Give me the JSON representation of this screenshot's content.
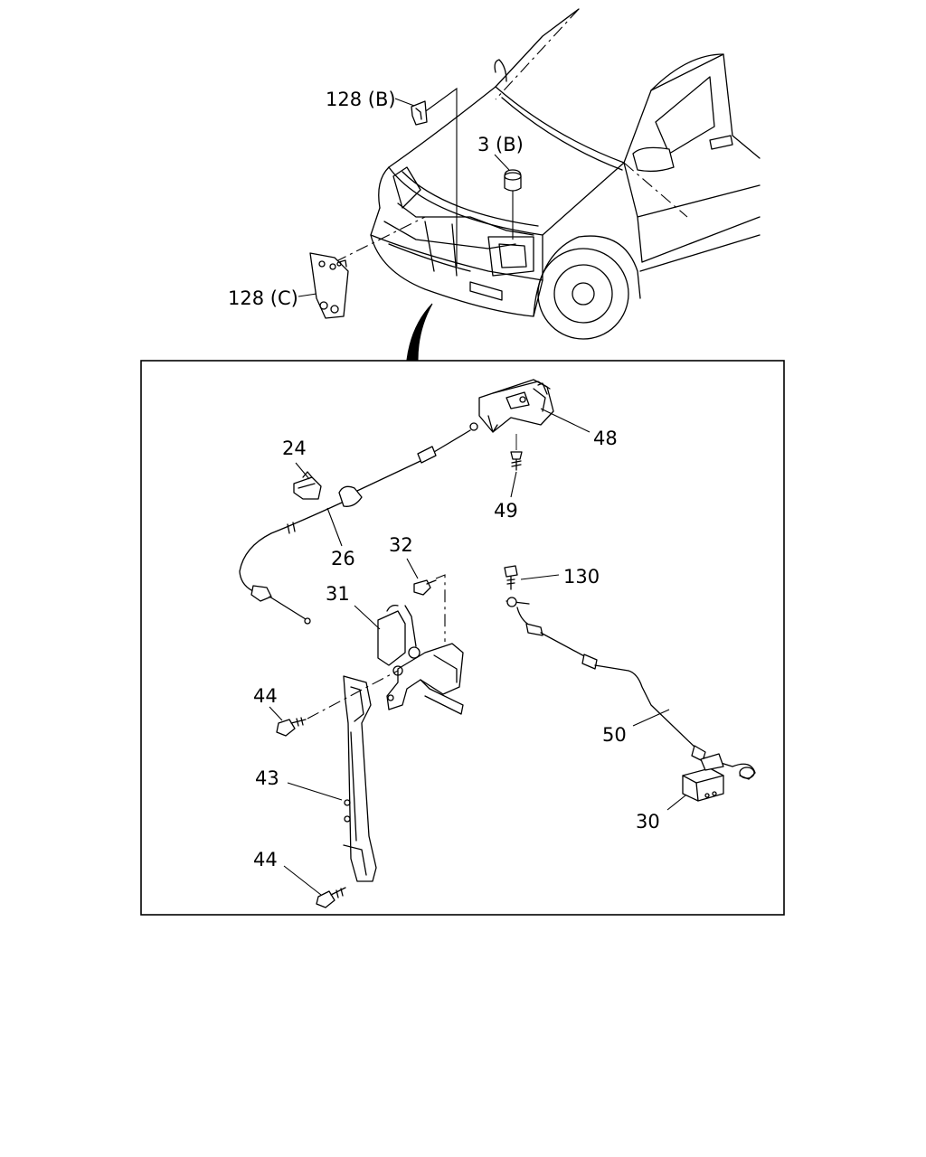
{
  "labels": {
    "p128b": "128 (B)",
    "p3b": "3 (B)",
    "p128c": "128 (C)",
    "p48": "48",
    "p24": "24",
    "p49": "49",
    "p26": "26",
    "p32": "32",
    "p130": "130",
    "p31": "31",
    "p44a": "44",
    "p50": "50",
    "p43": "43",
    "p30": "30",
    "p44b": "44"
  }
}
